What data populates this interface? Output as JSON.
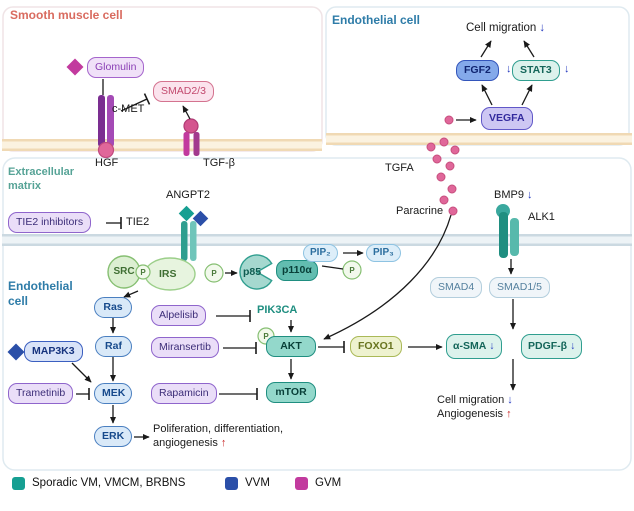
{
  "sections": {
    "smooth_muscle_cell": "Smooth muscle cell",
    "endothelial_cell_top": "Endothelial cell",
    "extracellular_matrix": "Extracellular\nmatrix",
    "endothelial_cell_bottom": "Endothelial\ncell"
  },
  "nodes": {
    "glomulin": "Glomulin",
    "smad23": "SMAD2/3",
    "cmet": "c-MET",
    "hgf": "HGF",
    "tgfb": "TGF-β",
    "tie2_inhibitors": "TIE2 inhibitors",
    "tie2": "TIE2",
    "angpt2": "ANGPT2",
    "src": "SRC",
    "irs": "IRS",
    "p85": "p85",
    "p110a": "p110α",
    "pip2": "PIP₂",
    "pip3": "PIP₃",
    "alpelisib": "Alpelisib",
    "pik3ca": "PIK3CA",
    "ras": "Ras",
    "raf": "Raf",
    "mek": "MEK",
    "erk": "ERK",
    "map3k3": "MAP3K3",
    "trametinib": "Trametinib",
    "miransertib": "Miransertib",
    "akt": "AKT",
    "rapamicin": "Rapamicin",
    "mtor": "mTOR",
    "foxo1": "FOXO1",
    "smad4": "SMAD4",
    "smad15": "SMAD1/5",
    "asma": "α-SMA",
    "pdgfb": "PDGF-β",
    "bmp9": "BMP9",
    "alk1": "ALK1",
    "tgfa": "TGFA",
    "paracrine": "Paracrine",
    "fgf2": "FGF2",
    "stat3": "STAT3",
    "vegfa": "VEGFA"
  },
  "glyphs": {
    "down": "↓",
    "up": "↑",
    "p": "P"
  },
  "texts": {
    "cell_migration_top": "Cell migration",
    "proliferation": "Poliferation, differentiation,",
    "angiogenesis": "angiogenesis",
    "cell_migration_bottom": "Cell migration",
    "angiogenesis_bottom": "Angiogenesis"
  },
  "legend": {
    "items": [
      {
        "label": "Sporadic VM, VMCM, BRBNS",
        "color": "#169f92"
      },
      {
        "label": "VVM",
        "color": "#2b4fa8"
      },
      {
        "label": "GVM",
        "color": "#c23a9e"
      }
    ]
  },
  "colors": {
    "vm_teal": "#169f92",
    "vvm_blue": "#2b4fa8",
    "gvm_magenta": "#c23a9e"
  }
}
